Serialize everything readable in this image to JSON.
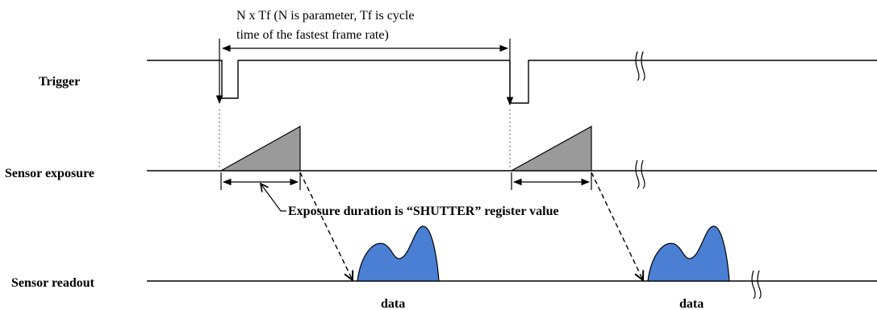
{
  "signals": {
    "trigger_label": "Trigger",
    "exposure_label": "Sensor exposure",
    "readout_label": "Sensor readout"
  },
  "period_note": {
    "line1": "N x Tf (N is parameter, Tf is cycle",
    "line2": "time of the fastest frame rate)"
  },
  "exposure_note": "Exposure duration is “SHUTTER” register value",
  "readout": {
    "frame1_label": "data",
    "frame2_label": "data"
  }
}
